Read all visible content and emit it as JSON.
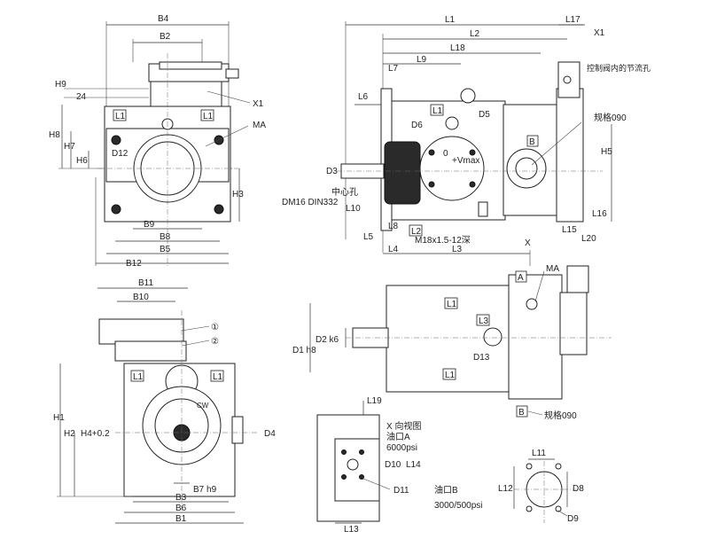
{
  "views": {
    "front_top": {
      "dims": [
        "B4",
        "B2",
        "H9",
        "24",
        "X1",
        "MA",
        "H8",
        "H7",
        "H6",
        "D12",
        "H3",
        "B9",
        "B8",
        "B5",
        "B12"
      ],
      "tags": [
        "L1",
        "L1"
      ]
    },
    "side_top": {
      "dims": [
        "L1",
        "L17",
        "L2",
        "L18",
        "L7",
        "L9",
        "L6",
        "D6",
        "D5",
        "D3",
        "L10",
        "L8",
        "L5",
        "L4",
        "L3",
        "L15",
        "L16",
        "L20",
        "H5",
        "X1"
      ],
      "tags": [
        "L1",
        "B",
        "L2"
      ],
      "notes": {
        "cn_control": "控制阀内的节流孔",
        "spec": "规格090",
        "center_hole": "中心孔",
        "dm": "DM16 DIN332",
        "thread": "M18x1.5-12深",
        "vmax_0": "0",
        "vmax": "+Vmax"
      }
    },
    "front_bottom": {
      "dims": [
        "B11",
        "B10",
        "H1",
        "H2",
        "H4+0.2",
        "D4",
        "B7 h9",
        "B3",
        "B6",
        "B1"
      ],
      "tags": [
        "L1",
        "L1"
      ],
      "callouts": [
        "①",
        "②"
      ],
      "cw": "CW"
    },
    "side_bottom": {
      "dims": [
        "MA",
        "X",
        "D2 k6",
        "D1 h8",
        "D13"
      ],
      "tags": [
        "A",
        "L1",
        "L3",
        "L1",
        "B"
      ],
      "spec": "规格090"
    },
    "x_view": {
      "dims": [
        "L19",
        "D10",
        "L14",
        "D11",
        "L13"
      ],
      "notes": {
        "view": "X 向视图",
        "port_a": "油口A",
        "psi_a": "6000psi",
        "port_b": "油口B",
        "psi_b": "3000/500psi"
      }
    },
    "flange": {
      "dims": [
        "L11",
        "L12",
        "D8",
        "D9"
      ]
    }
  }
}
